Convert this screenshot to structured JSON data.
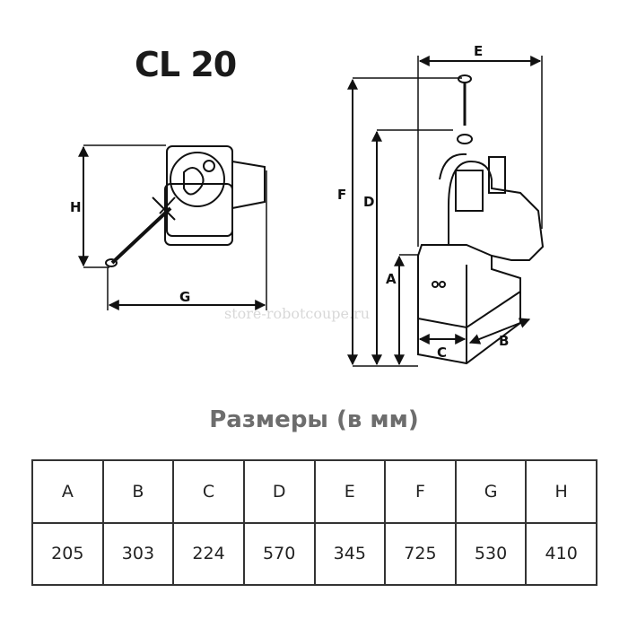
{
  "title": "CL 20",
  "watermark": "store-robotcoupe.ru",
  "diagram_labels": {
    "A": "A",
    "B": "B",
    "C": "C",
    "D": "D",
    "E": "E",
    "F": "F",
    "G": "G",
    "H": "H"
  },
  "subtitle": "Размеры (в мм)",
  "table": {
    "headers": [
      "A",
      "B",
      "C",
      "D",
      "E",
      "F",
      "G",
      "H"
    ],
    "values": [
      "205",
      "303",
      "224",
      "570",
      "345",
      "725",
      "530",
      "410"
    ]
  }
}
